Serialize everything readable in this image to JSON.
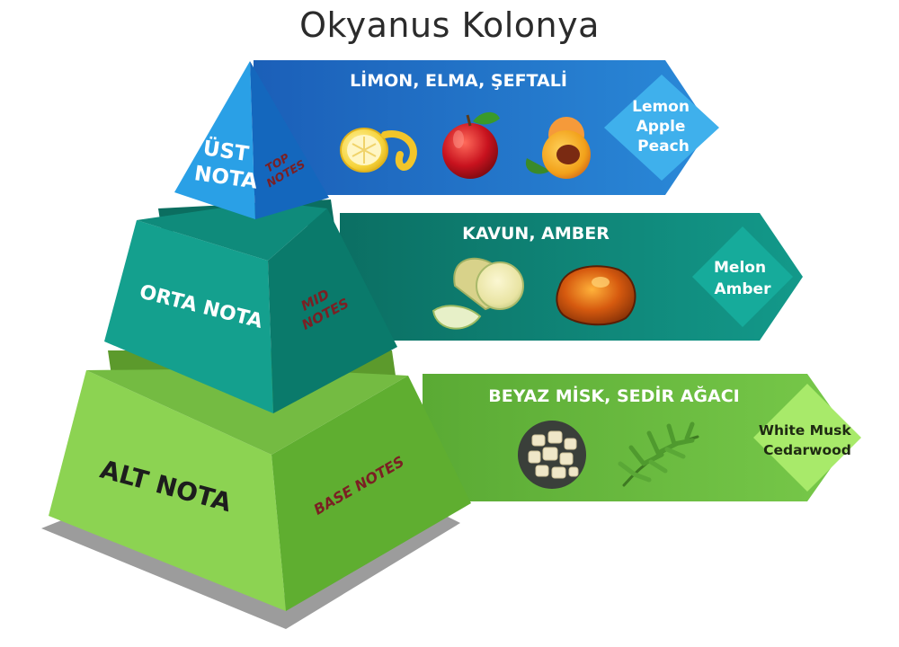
{
  "title": "Okyanus Kolonya",
  "tiers": [
    {
      "key": "top",
      "face_label_lines": [
        "ÜST",
        "NOTA"
      ],
      "side_label_lines": [
        "TOP",
        "NOTES"
      ],
      "band_title": "LİMON, ELMA, ŞEFTALİ",
      "tag_lines": [
        "Lemon",
        "Apple",
        "Peach"
      ],
      "images": [
        "lemon",
        "apple",
        "peach"
      ],
      "color": "#1f7fd0"
    },
    {
      "key": "mid",
      "face_label_lines": [
        "ORTA NOTA"
      ],
      "side_label_lines": [
        "MID",
        "NOTES"
      ],
      "band_title": "KAVUN, AMBER",
      "tag_lines": [
        "Melon",
        "Amber"
      ],
      "images": [
        "melon",
        "amber"
      ],
      "color": "#0f8f80"
    },
    {
      "key": "base",
      "face_label_lines": [
        "ALT NOTA"
      ],
      "side_label_lines": [
        "BASE NOTES"
      ],
      "band_title": "BEYAZ MİSK, SEDİR AĞACI",
      "tag_lines": [
        "White Musk",
        "Cedarwood"
      ],
      "images": [
        "white-musk",
        "cedarwood"
      ],
      "color": "#6fc443"
    }
  ]
}
